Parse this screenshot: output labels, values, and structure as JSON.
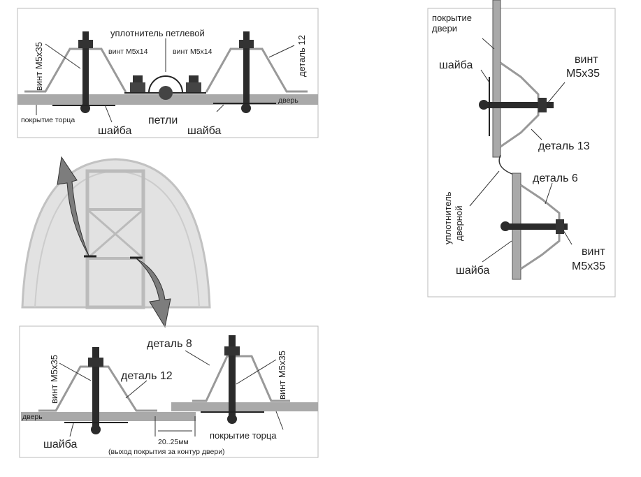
{
  "top_panel": {
    "screw_left": "винт М5х35",
    "seal_loop": "уплотнитель петлевой",
    "screw_small_left": "винт М5х14",
    "screw_small_right": "винт М5х14",
    "part_right": "деталь 12",
    "door": "дверь",
    "end_cover": "покрытие торца",
    "washer_left": "шайба",
    "hinges": "петли",
    "washer_right": "шайба"
  },
  "bottom_panel": {
    "screw_left": "винт М5х35",
    "part_left": "деталь 12",
    "part_right": "деталь 8",
    "screw_right": "винт М5х35",
    "door": "дверь",
    "washer": "шайба",
    "end_cover": "покрытие торца",
    "gap": "20..25мм",
    "gap_note": "(выход покрытия за контур двери)"
  },
  "right_panel": {
    "door_cover_1": "покрытие",
    "door_cover_2": "двери",
    "washer_top": "шайба",
    "screw_top_1": "винт",
    "screw_top_2": "М5х35",
    "part_13": "деталь 13",
    "seal_door_1": "уплотнитель",
    "seal_door_2": "дверной",
    "part_6": "деталь 6",
    "screw_bottom_1": "винт",
    "screw_bottom_2": "М5х35",
    "washer_bottom": "шайба"
  },
  "colors": {
    "plate": "#a9a9a9",
    "metal": "#2b2b2b",
    "bracket": "#8a8a8a",
    "arrow": "#7d7d7d"
  }
}
